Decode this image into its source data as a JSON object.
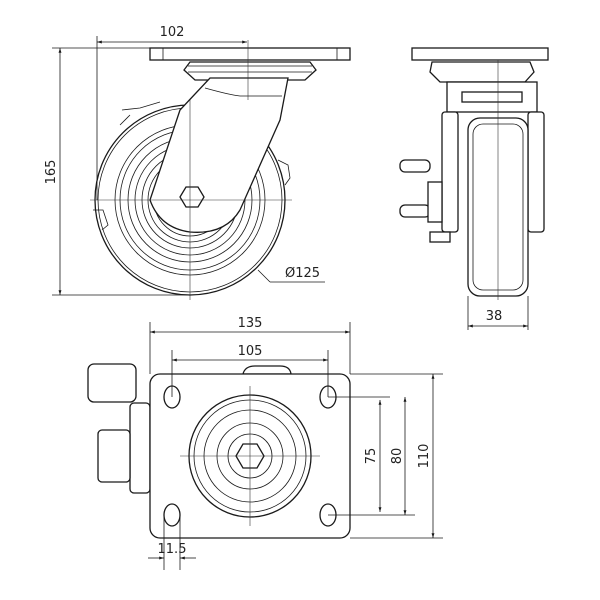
{
  "drawing": {
    "title": "Swivel caster with brake - dimensional drawing",
    "dimensions": {
      "top_plate_offset": "102",
      "overall_height": "165",
      "wheel_diameter": "Ø125",
      "wheel_width": "38",
      "plate_length": "135",
      "hole_spacing_length": "105",
      "hole_spacing_width_min": "75",
      "hole_spacing_width_max": "80",
      "plate_width": "110",
      "slot_length": "11.5"
    },
    "colors": {
      "line": "#1a1a1a",
      "background": "#ffffff"
    }
  }
}
